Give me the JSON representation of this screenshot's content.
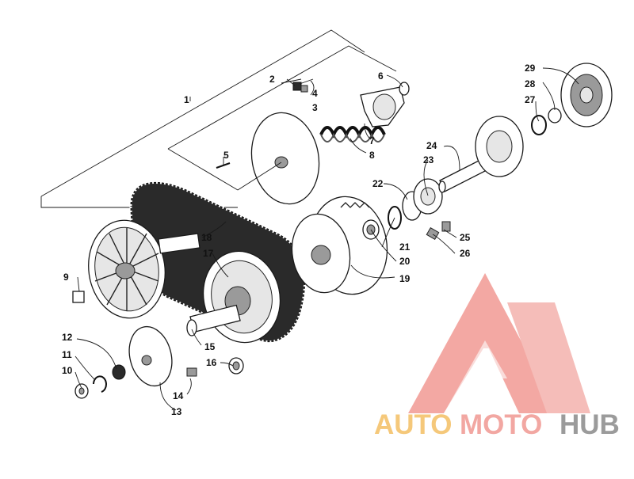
{
  "labels": {
    "p1": "1",
    "p2": "2",
    "p3": "3",
    "p4": "4",
    "p5": "5",
    "p6": "6",
    "p7": "7",
    "p8": "8",
    "p9": "9",
    "p10": "10",
    "p11": "11",
    "p12": "12",
    "p13": "13",
    "p14": "14",
    "p15": "15",
    "p16": "16",
    "p17": "17",
    "p18": "18",
    "p19": "19",
    "p20": "20",
    "p21": "21",
    "p22": "22",
    "p23": "23",
    "p24": "24",
    "p25": "25",
    "p26": "26",
    "p27": "27",
    "p28": "28",
    "p29": "29"
  },
  "watermark": {
    "part1": "AUTO",
    "part2": "MOTO",
    "part3": "HUB",
    "color_auto": "#f5c87a",
    "color_moto": "#f2a7a2",
    "color_hub": "#9b9b9b",
    "logo_color": "#f19a93"
  }
}
